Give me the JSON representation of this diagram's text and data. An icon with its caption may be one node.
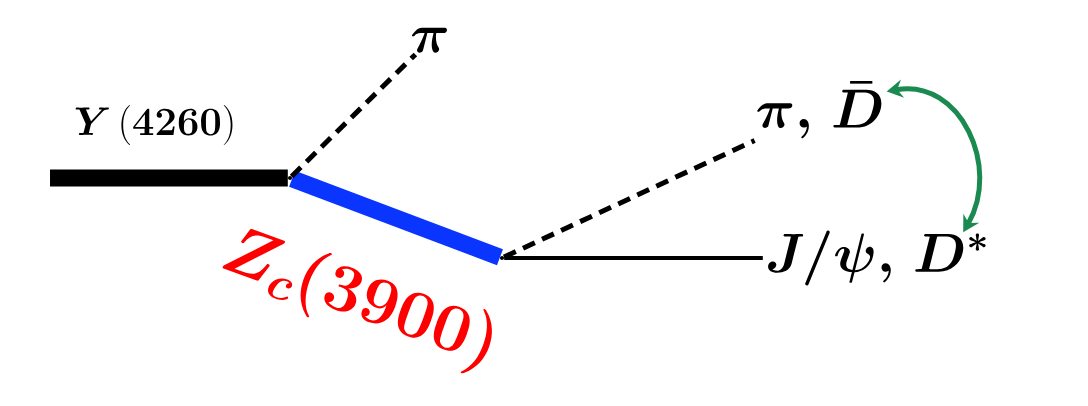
{
  "diagram": {
    "nodes": [
      {
        "text": [],
        "shape": "vertex"
      },
      {
        "text": [],
        "shape": "vertex"
      },
      {
        "text": [
          "\\bm{\\pi}"
        ]
      },
      {
        "text": [
          "\\bm{\\pi,\\,\\bar{D}}"
        ]
      },
      {
        "text": [
          "\\bm{J/\\psi,\\,D^{*}}"
        ]
      }
    ],
    "edges": [
      {
        "from": null,
        "to": 0,
        "arrow": "none",
        "style": "thick",
        "label": "\\bm{Y}\\,\\mathbf{(4260)}"
      },
      {
        "from": 0,
        "to": 1,
        "arrow": "none",
        "style": "thick",
        "color": "#0a35ff",
        "label": "\\bm{Z_c(3900)}"
      },
      {
        "from": 0,
        "to": 2,
        "arrow": "none",
        "style": "dashed"
      },
      {
        "from": 1,
        "to": 3,
        "arrow": "none",
        "style": "dashed"
      },
      {
        "from": 1,
        "to": 4,
        "arrow": "none"
      },
      {
        "from": 3,
        "to": 4,
        "arrow": "both",
        "color": "#1a8a50"
      }
    ]
  }
}
